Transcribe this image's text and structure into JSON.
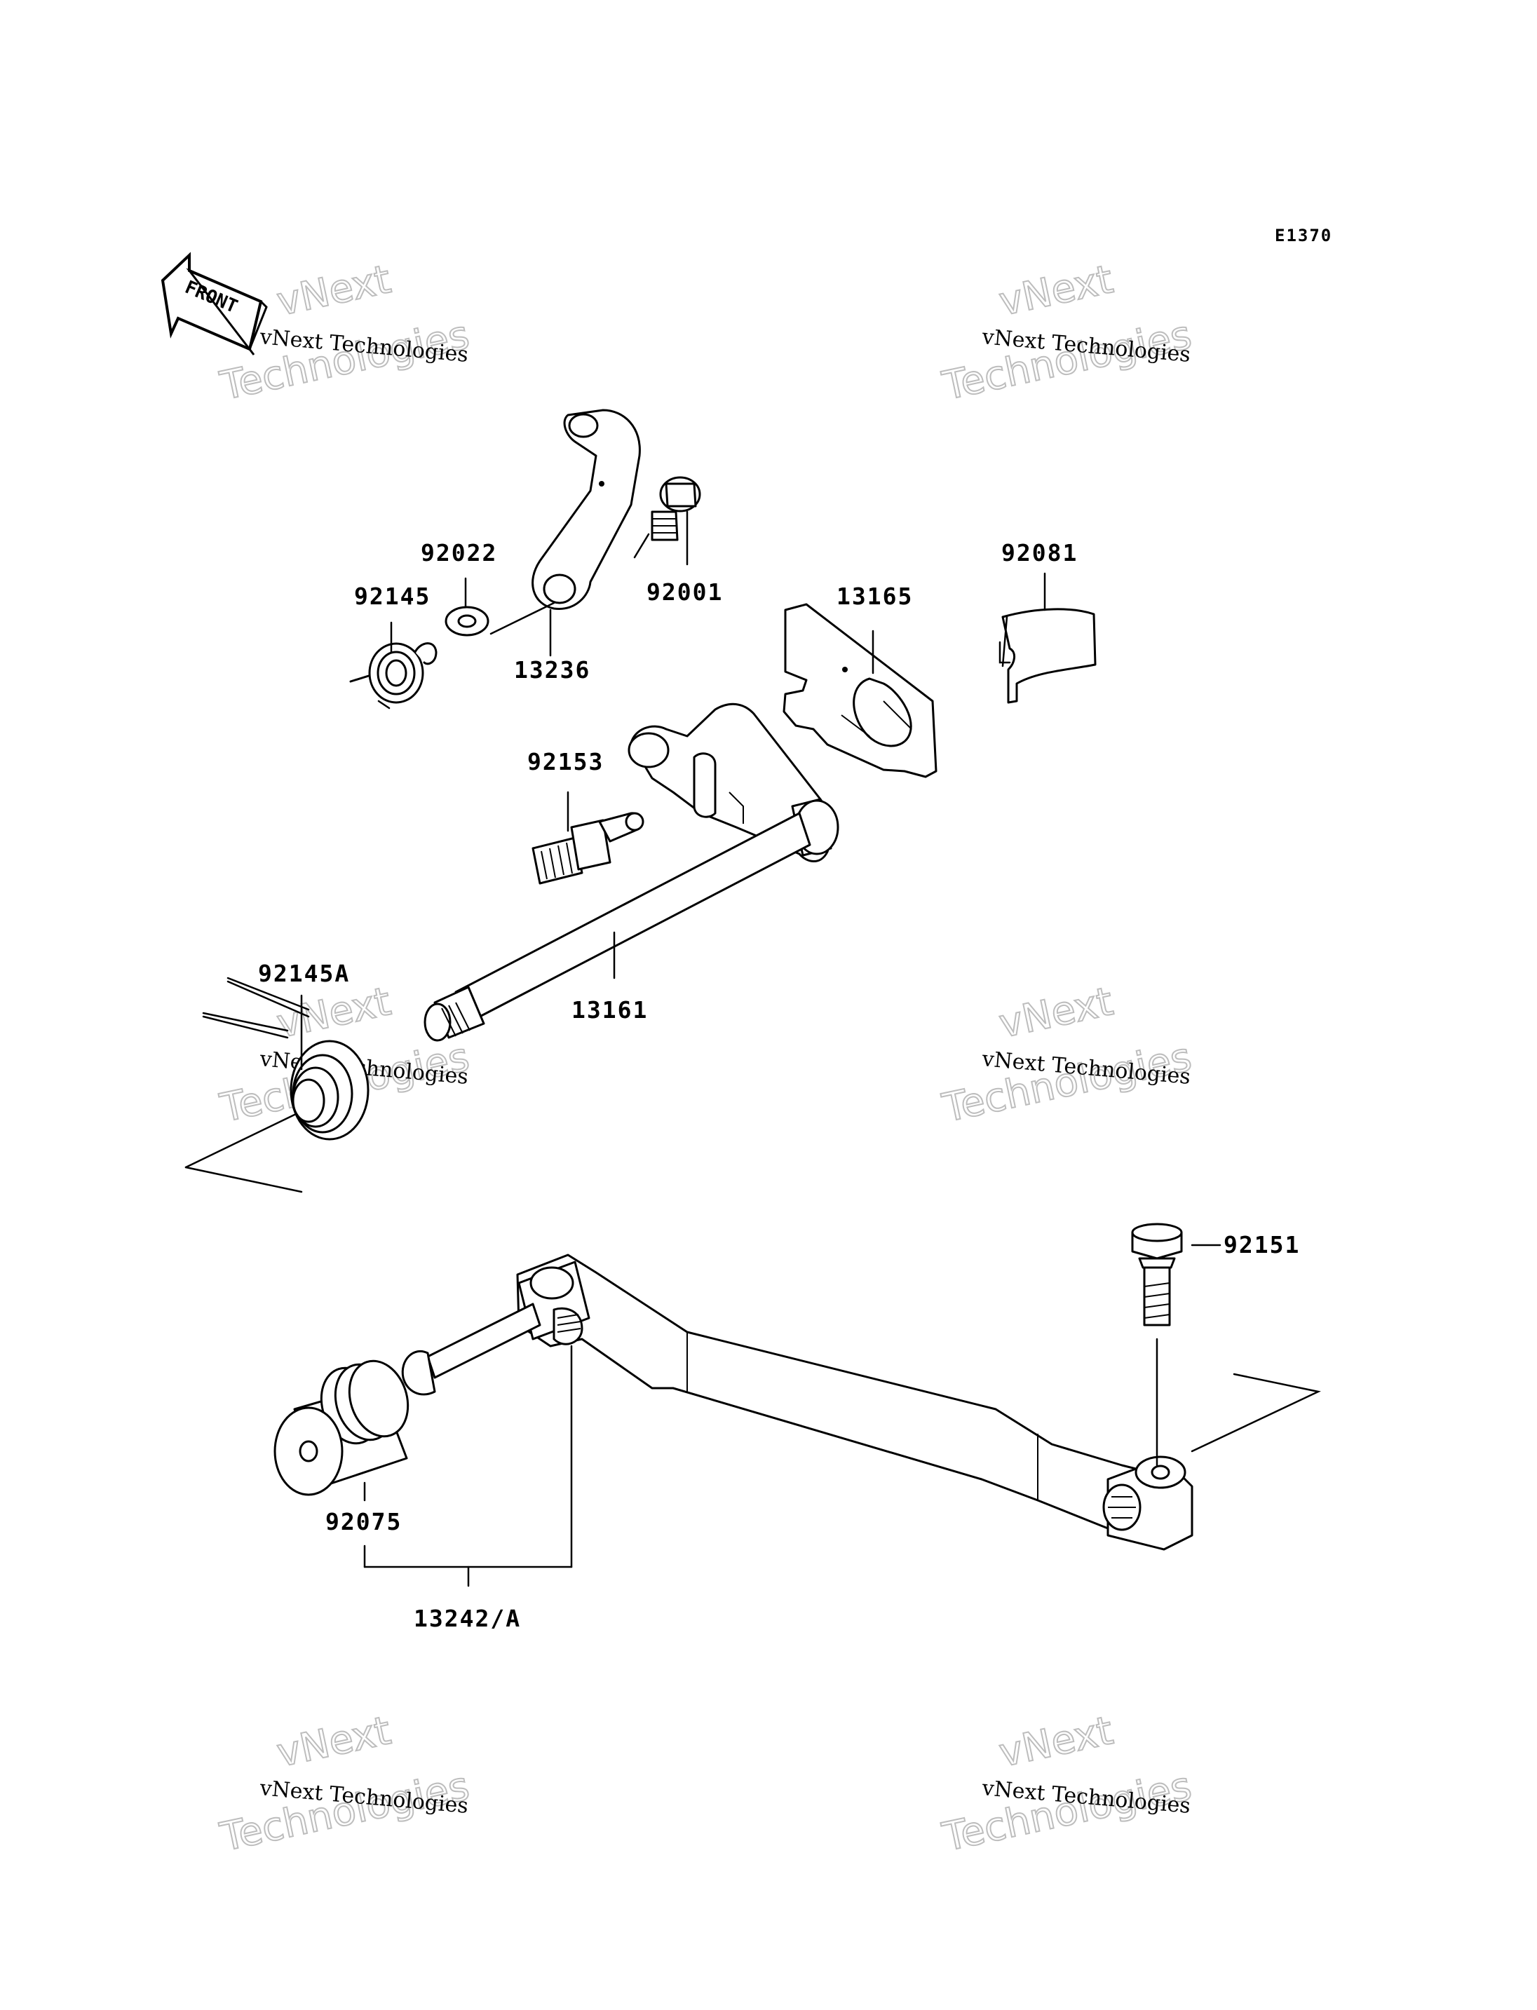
{
  "diagram_code": "E1370",
  "front_arrow_label": "FRONT",
  "watermark": {
    "small": "vNext Technologies",
    "big_line1": "vNext",
    "big_line2": "Technologies"
  },
  "callouts": [
    {
      "id": "92022",
      "label": "92022"
    },
    {
      "id": "92145",
      "label": "92145"
    },
    {
      "id": "92001",
      "label": "92001"
    },
    {
      "id": "13236",
      "label": "13236"
    },
    {
      "id": "92081",
      "label": "92081"
    },
    {
      "id": "13165",
      "label": "13165"
    },
    {
      "id": "92153",
      "label": "92153"
    },
    {
      "id": "92145A",
      "label": "92145A"
    },
    {
      "id": "13161",
      "label": "13161"
    },
    {
      "id": "92151",
      "label": "92151"
    },
    {
      "id": "92075",
      "label": "92075"
    },
    {
      "id": "13242A",
      "label": "13242/A"
    }
  ]
}
